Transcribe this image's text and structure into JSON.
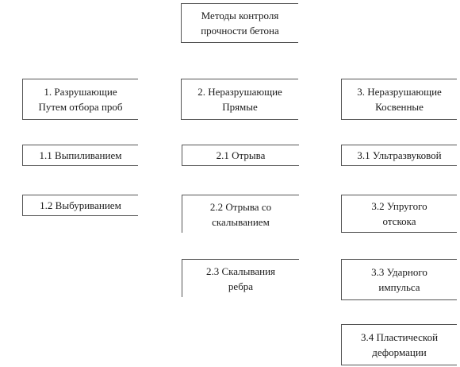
{
  "root": {
    "label": "Методы контроля\nпрочности бетона"
  },
  "columns": [
    {
      "header": "1. Разрушающие\nПутем отбора проб",
      "items": [
        "1.1 Выпиливанием",
        "1.2 Выбуриванием"
      ]
    },
    {
      "header": "2. Неразрушающие\nПрямые",
      "items": [
        "2.1 Отрыва",
        "2.2 Отрыва со\nскалыванием",
        "2.3 Скалывания\nребра"
      ]
    },
    {
      "header": "3. Неразрушающие\nКосвенные",
      "items": [
        "3.1 Ультразвуковой",
        "3.2 Упругого\nотскока",
        "3.3 Ударного\nимпульса",
        "3.4 Пластической\nдеформации"
      ]
    }
  ]
}
